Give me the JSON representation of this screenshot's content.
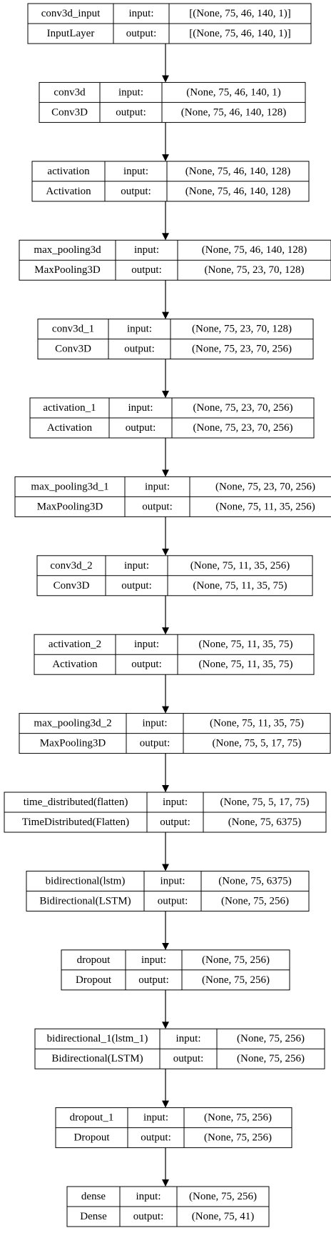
{
  "io_labels": {
    "input": "input:",
    "output": "output:"
  },
  "colors": {
    "stroke": "#000000",
    "background": "#ffffff"
  },
  "layers": [
    {
      "name": "conv3d_input",
      "type": "InputLayer",
      "input": "[(None, 75, 46, 140, 1)]",
      "output": "[(None, 75, 46, 140, 1)]"
    },
    {
      "name": "conv3d",
      "type": "Conv3D",
      "input": "(None, 75, 46, 140, 1)",
      "output": "(None, 75, 46, 140, 128)"
    },
    {
      "name": "activation",
      "type": "Activation",
      "input": "(None, 75, 46, 140, 128)",
      "output": "(None, 75, 46, 140, 128)"
    },
    {
      "name": "max_pooling3d",
      "type": "MaxPooling3D",
      "input": "(None, 75, 46, 140, 128)",
      "output": "(None, 75, 23, 70, 128)"
    },
    {
      "name": "conv3d_1",
      "type": "Conv3D",
      "input": "(None, 75, 23, 70, 128)",
      "output": "(None, 75, 23, 70, 256)"
    },
    {
      "name": "activation_1",
      "type": "Activation",
      "input": "(None, 75, 23, 70, 256)",
      "output": "(None, 75, 23, 70, 256)"
    },
    {
      "name": "max_pooling3d_1",
      "type": "MaxPooling3D",
      "input": "(None, 75, 23, 70, 256)",
      "output": "(None, 75, 11, 35, 256)"
    },
    {
      "name": "conv3d_2",
      "type": "Conv3D",
      "input": "(None, 75, 11, 35, 256)",
      "output": "(None, 75, 11, 35, 75)"
    },
    {
      "name": "activation_2",
      "type": "Activation",
      "input": "(None, 75, 11, 35, 75)",
      "output": "(None, 75, 11, 35, 75)"
    },
    {
      "name": "max_pooling3d_2",
      "type": "MaxPooling3D",
      "input": "(None, 75, 11, 35, 75)",
      "output": "(None, 75, 5, 17, 75)"
    },
    {
      "name": "time_distributed(flatten)",
      "type": "TimeDistributed(Flatten)",
      "input": "(None, 75, 5, 17, 75)",
      "output": "(None, 75, 6375)"
    },
    {
      "name": "bidirectional(lstm)",
      "type": "Bidirectional(LSTM)",
      "input": "(None, 75, 6375)",
      "output": "(None, 75, 256)"
    },
    {
      "name": "dropout",
      "type": "Dropout",
      "input": "(None, 75, 256)",
      "output": "(None, 75, 256)"
    },
    {
      "name": "bidirectional_1(lstm_1)",
      "type": "Bidirectional(LSTM)",
      "input": "(None, 75, 256)",
      "output": "(None, 75, 256)"
    },
    {
      "name": "dropout_1",
      "type": "Dropout",
      "input": "(None, 75, 256)",
      "output": "(None, 75, 256)"
    },
    {
      "name": "dense",
      "type": "Dense",
      "input": "(None, 75, 256)",
      "output": "(None, 75, 41)"
    }
  ]
}
